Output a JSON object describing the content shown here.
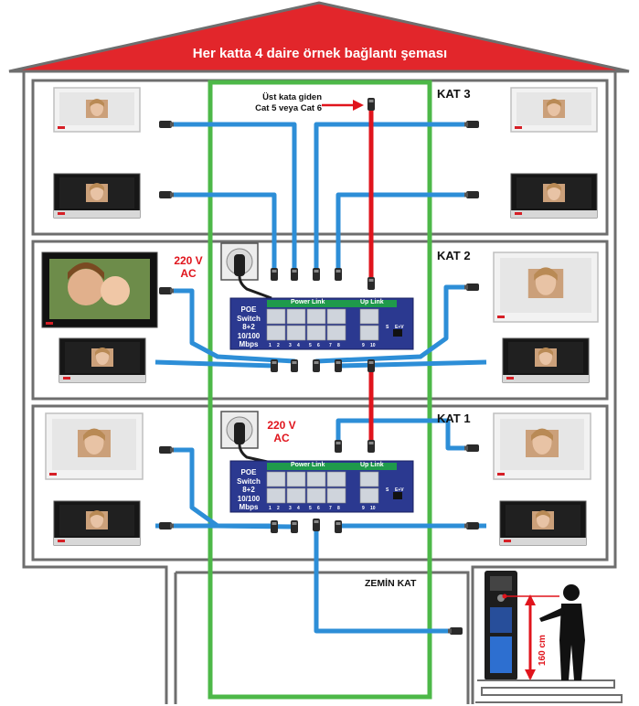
{
  "title": "Her katta 4 daire örnek bağlantı şeması",
  "floors": {
    "kat3": "KAT 3",
    "kat2": "KAT 2",
    "kat1": "KAT 1",
    "zemin": "ZEMİN KAT"
  },
  "uplink_note": {
    "line1": "Üst kata giden",
    "line2": "Cat 5 veya Cat 6"
  },
  "power": {
    "voltage": "220 V",
    "type": "AC"
  },
  "switch": {
    "line1": "POE",
    "line2": "Switch",
    "line3": "8+2",
    "line4": "10/100",
    "line5": "Mbps",
    "power_link": "Power Link",
    "up_link": "Up Link",
    "port_labels": [
      "1",
      "2",
      "3",
      "4",
      "5",
      "6",
      "7",
      "8",
      "9",
      "10"
    ],
    "led_s": "S",
    "led_e": "E+V"
  },
  "height_label": "160 cm",
  "colors": {
    "roof": "#e2262b",
    "uplink_cable": "#e0141c",
    "lan_cable": "#2d8ed7",
    "shaft": "#4db848",
    "switch_body": "#2b3990",
    "switch_header": "#1f9a4b"
  }
}
